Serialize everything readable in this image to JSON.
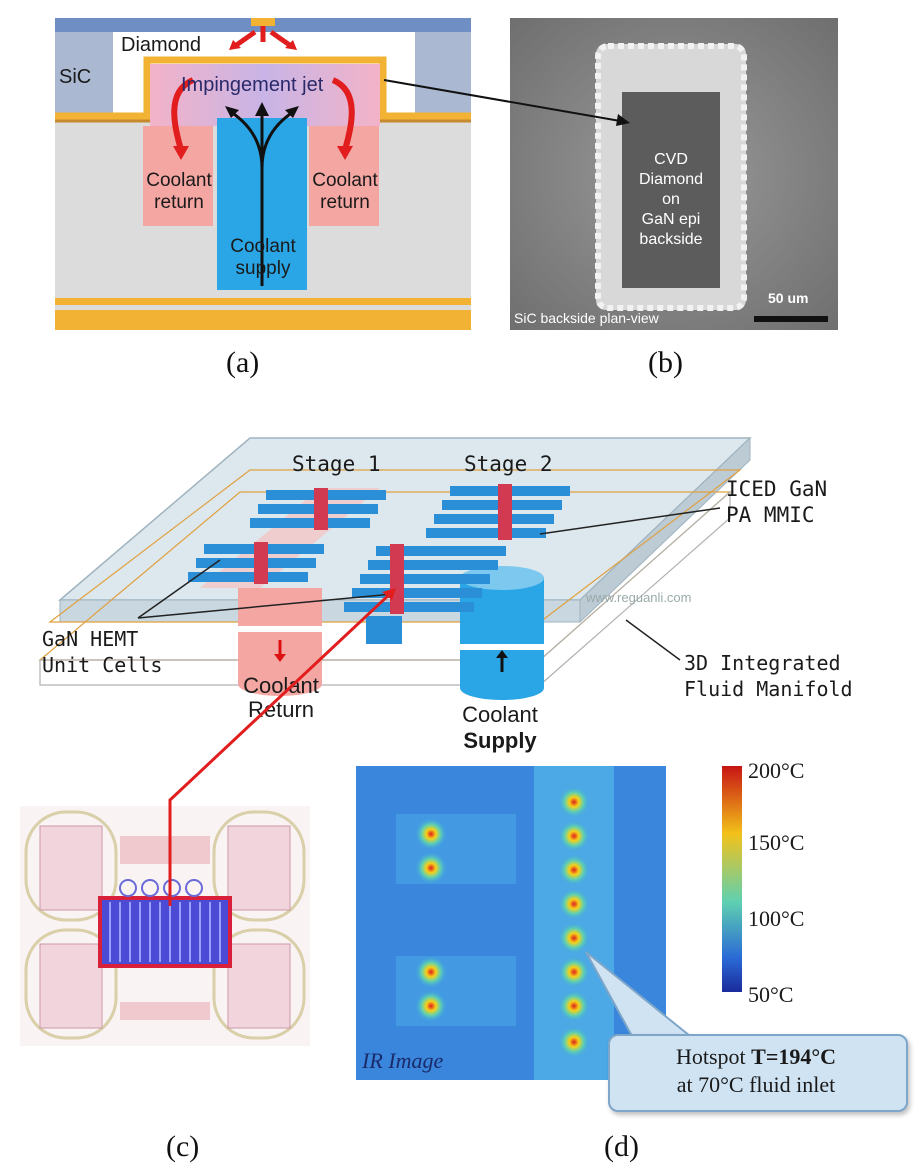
{
  "panel_a": {
    "caption": "(a)",
    "diamond": "Diamond",
    "sic": "SiC",
    "jet": "Impingement jet",
    "return_left": [
      "Coolant",
      "return"
    ],
    "return_right": [
      "Coolant",
      "return"
    ],
    "supply": [
      "Coolant",
      "supply"
    ]
  },
  "panel_b": {
    "caption": "(b)",
    "center_text": [
      "CVD",
      "Diamond",
      "on",
      "GaN epi",
      "backside"
    ],
    "scale_label": "50 um",
    "footer": "SiC backside plan-view"
  },
  "panel_mid": {
    "stage1": "Stage 1",
    "stage2": "Stage 2",
    "mmic": [
      "ICED GaN",
      "PA MMIC"
    ],
    "hemt": [
      "GaN HEMT",
      "Unit Cells"
    ],
    "coolant_return": [
      "Coolant",
      "Return"
    ],
    "coolant_supply": [
      "Coolant",
      "Supply"
    ],
    "manifold": [
      "3D Integrated",
      "Fluid Manifold"
    ],
    "watermark": "www.reguanli.com"
  },
  "panel_c": {
    "caption": "(c)"
  },
  "panel_d": {
    "caption": "(d)",
    "ir_label": "IR Image",
    "scale_ticks": [
      "200°C",
      "150°C",
      "100°C",
      "50°C"
    ],
    "callout_prefix": "Hotspot ",
    "callout_value": "T=194°C",
    "callout_line2": "at 70°C fluid inlet"
  },
  "colors": {
    "coolant_blue": "#2aa6e6",
    "return_pink": "#f4a6a3",
    "hot_red": "#e11d1d",
    "gold": "#f2b233"
  }
}
